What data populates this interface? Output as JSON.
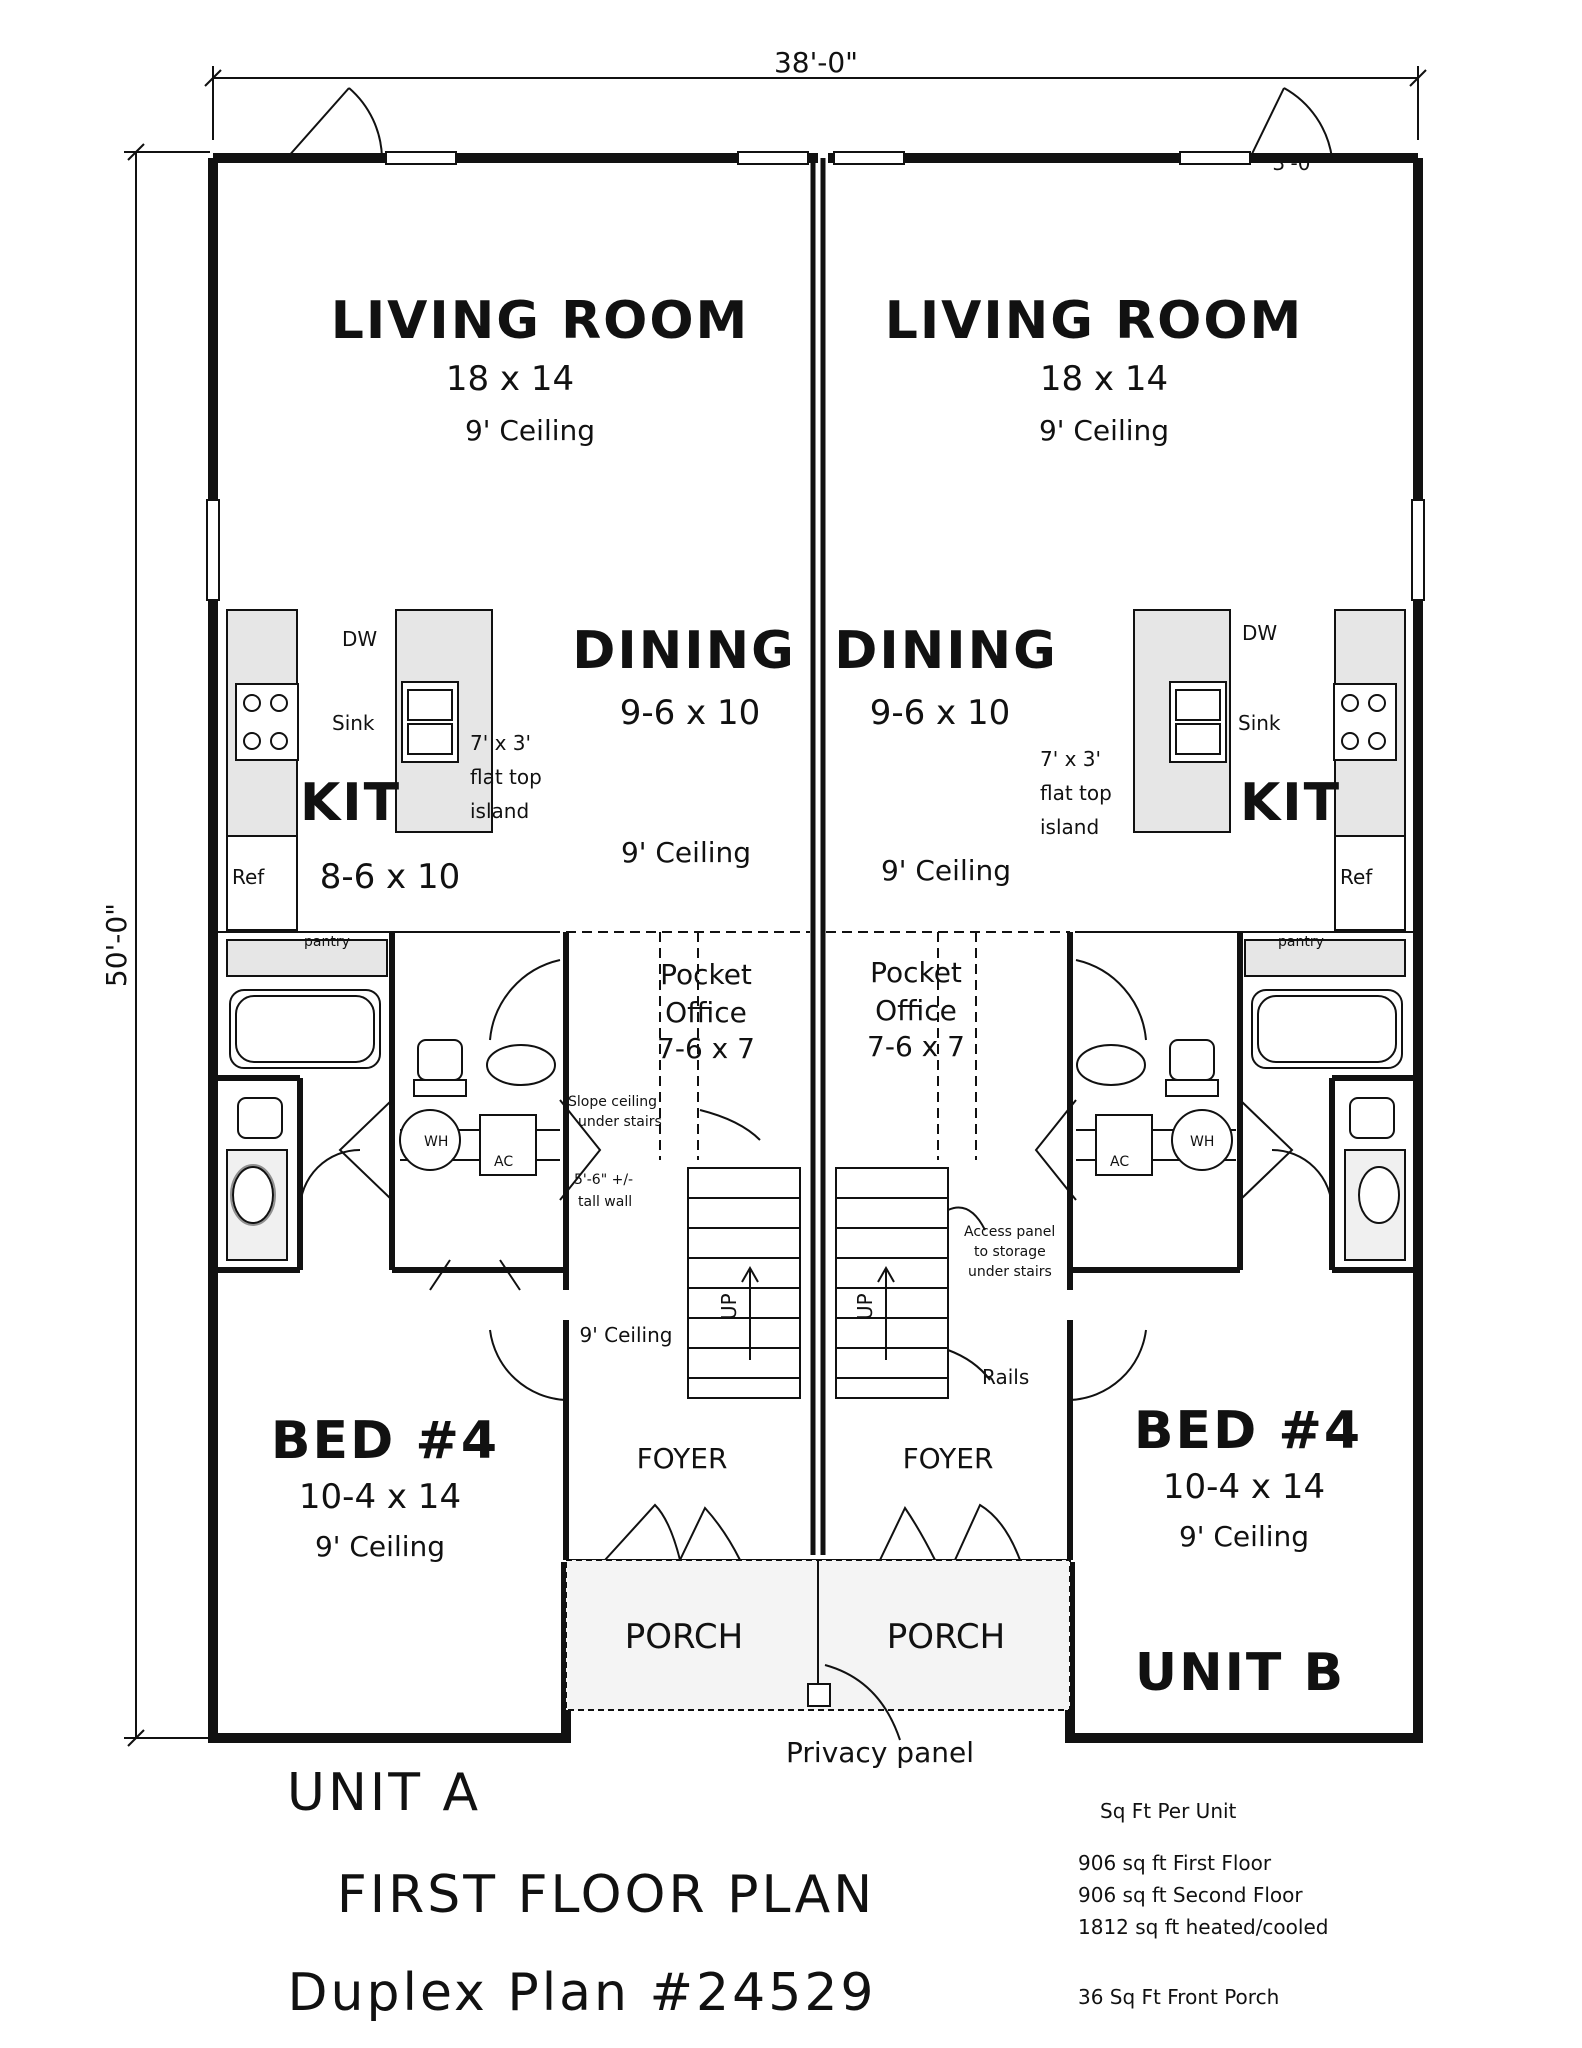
{
  "dimensions": {
    "width_total": "38'-0\"",
    "depth_total": "50'-0\"",
    "door_width": "3'-0\""
  },
  "unit_a": {
    "living": {
      "name": "LIVING ROOM",
      "size": "18 x 14",
      "ceiling": "9' Ceiling"
    },
    "dining": {
      "name": "DINING",
      "size": "9-6 x 10",
      "ceiling": "9' Ceiling"
    },
    "kitchen": {
      "name": "KIT",
      "size": "8-6 x 10",
      "dw": "DW",
      "sink": "Sink",
      "ref": "Ref",
      "island": [
        "7' x 3'",
        "flat top",
        "island"
      ],
      "pantry": "pantry"
    },
    "office": {
      "line1": "Pocket",
      "line2": "Office",
      "size": "7-6 x 7"
    },
    "stairs": {
      "slope": [
        "Slope ceiling",
        "under stairs"
      ],
      "wall": [
        "5'-6\" +/-",
        "tall wall"
      ],
      "up": "UP",
      "wh": "WH",
      "ac": "AC"
    },
    "hall_ceiling": "9' Ceiling",
    "bed": {
      "name": "BED #4",
      "size": "10-4 x 14",
      "ceiling": "9' Ceiling"
    },
    "foyer": "FOYER",
    "porch": "PORCH",
    "label": "UNIT A"
  },
  "unit_b": {
    "living": {
      "name": "LIVING ROOM",
      "size": "18 x 14",
      "ceiling": "9' Ceiling"
    },
    "dining": {
      "name": "DINING",
      "size": "9-6 x 10",
      "ceiling": "9' Ceiling"
    },
    "kitchen": {
      "name": "KIT",
      "dw": "DW",
      "sink": "Sink",
      "ref": "Ref",
      "island": [
        "7' x 3'",
        "flat top",
        "island"
      ],
      "pantry": "pantry"
    },
    "office": {
      "line1": "Pocket",
      "line2": "Office",
      "size": "7-6 x 7"
    },
    "stairs": {
      "access": [
        "Access panel",
        "to storage",
        "under stairs"
      ],
      "rails": "Rails",
      "up": "UP",
      "wh": "WH",
      "ac": "AC"
    },
    "bed": {
      "name": "BED #4",
      "size": "10-4 x 14",
      "ceiling": "9' Ceiling"
    },
    "foyer": "FOYER",
    "porch": "PORCH",
    "label": "UNIT B"
  },
  "privacy_panel": "Privacy panel",
  "plan_title": "FIRST FLOOR PLAN",
  "plan_name": "Duplex Plan #24529",
  "sqft": {
    "heading": "Sq Ft Per Unit",
    "first": "906 sq ft First Floor",
    "second": "906 sq ft Second Floor",
    "total": "1812 sq ft heated/cooled",
    "porch": "36 Sq Ft Front Porch"
  }
}
